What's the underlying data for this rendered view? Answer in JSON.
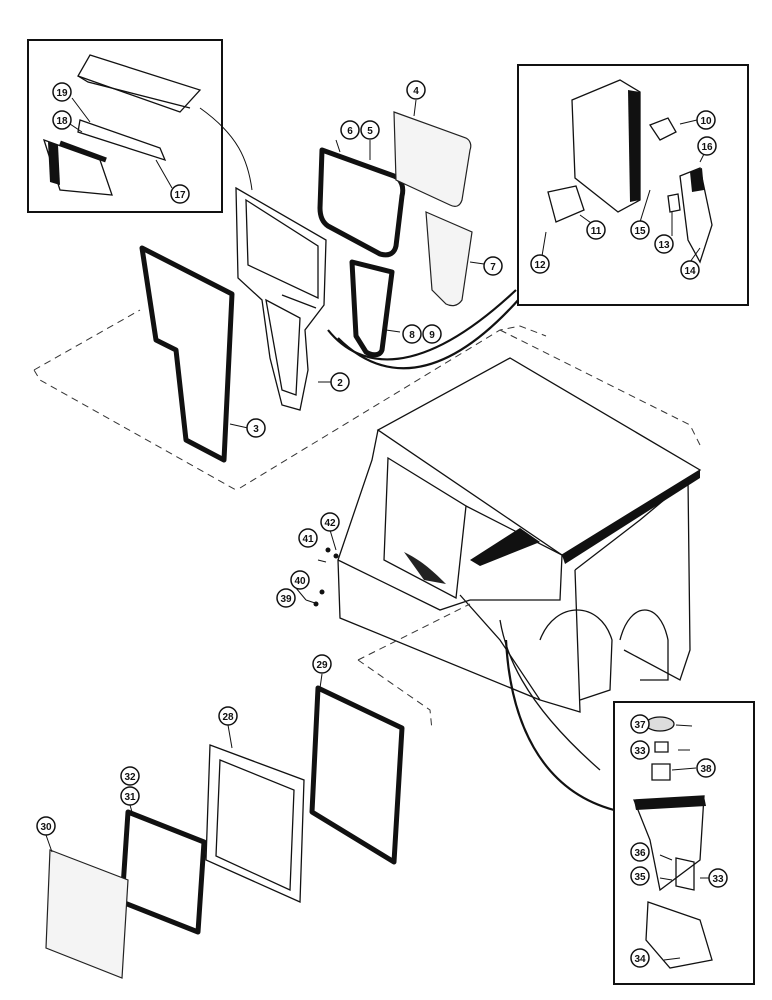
{
  "callouts": {
    "c2": "2",
    "c3": "3",
    "c4": "4",
    "c5": "5",
    "c6": "6",
    "c7": "7",
    "c8": "8",
    "c9": "9",
    "c10": "10",
    "c11": "11",
    "c12": "12",
    "c13": "13",
    "c14": "14",
    "c15": "15",
    "c16": "16",
    "c17": "17",
    "c18": "18",
    "c19": "19",
    "c28": "28",
    "c29": "29",
    "c30": "30",
    "c31": "31",
    "c32": "32",
    "c33a": "33",
    "c33b": "33",
    "c34": "34",
    "c35": "35",
    "c36": "36",
    "c37": "37",
    "c38": "38",
    "c39": "39",
    "c40": "40",
    "c41": "41",
    "c42": "42"
  }
}
